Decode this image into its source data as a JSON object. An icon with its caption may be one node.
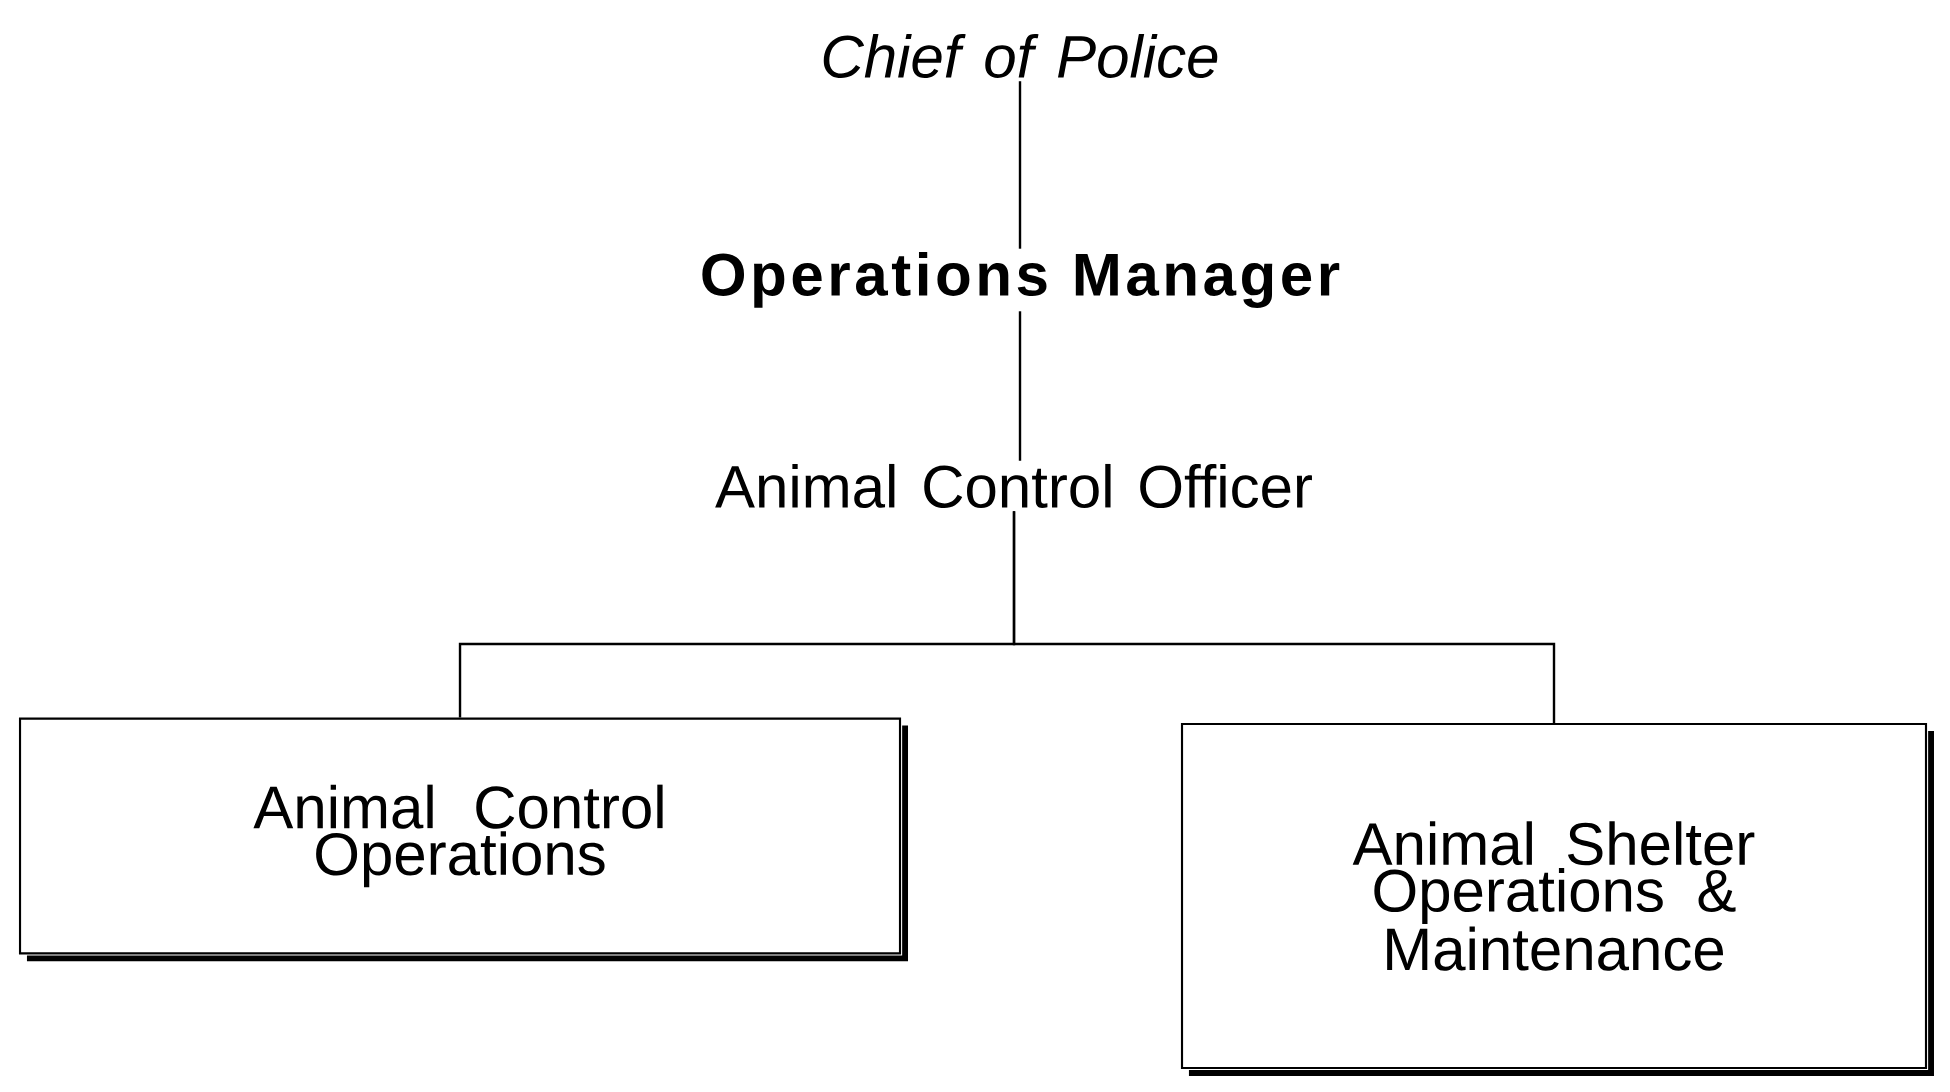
{
  "diagram": {
    "nodes": [
      {
        "text": [
          "Chief of Police"
        ]
      },
      {
        "text": [
          "Operations Manager"
        ]
      },
      {
        "text": [
          "Animal Control Officer"
        ]
      },
      {
        "text": [
          "Animal Control Operations"
        ]
      },
      {
        "text": [
          "Animal Shelter Operations & Maintenance"
        ]
      }
    ],
    "edges": [
      {
        "from": 0,
        "to": 1,
        "arrow": "none"
      },
      {
        "from": 1,
        "to": 2,
        "arrow": "none"
      },
      {
        "from": 2,
        "to": 3,
        "arrow": "none"
      },
      {
        "from": 2,
        "to": 4,
        "arrow": "none"
      }
    ]
  }
}
